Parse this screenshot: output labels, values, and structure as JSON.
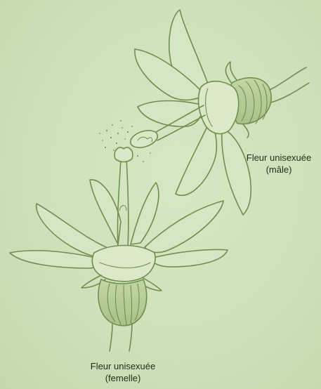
{
  "labels": {
    "male": {
      "line1": "Fleur unisexuée",
      "line2": "(mâle)"
    },
    "female": {
      "line1": "Fleur unisexuée",
      "line2": "(femelle)"
    }
  },
  "colors": {
    "background": "#cfe0bb",
    "line": "#6f8f4d",
    "fill": "#d3e3bf",
    "shade": "#b6cc97"
  }
}
